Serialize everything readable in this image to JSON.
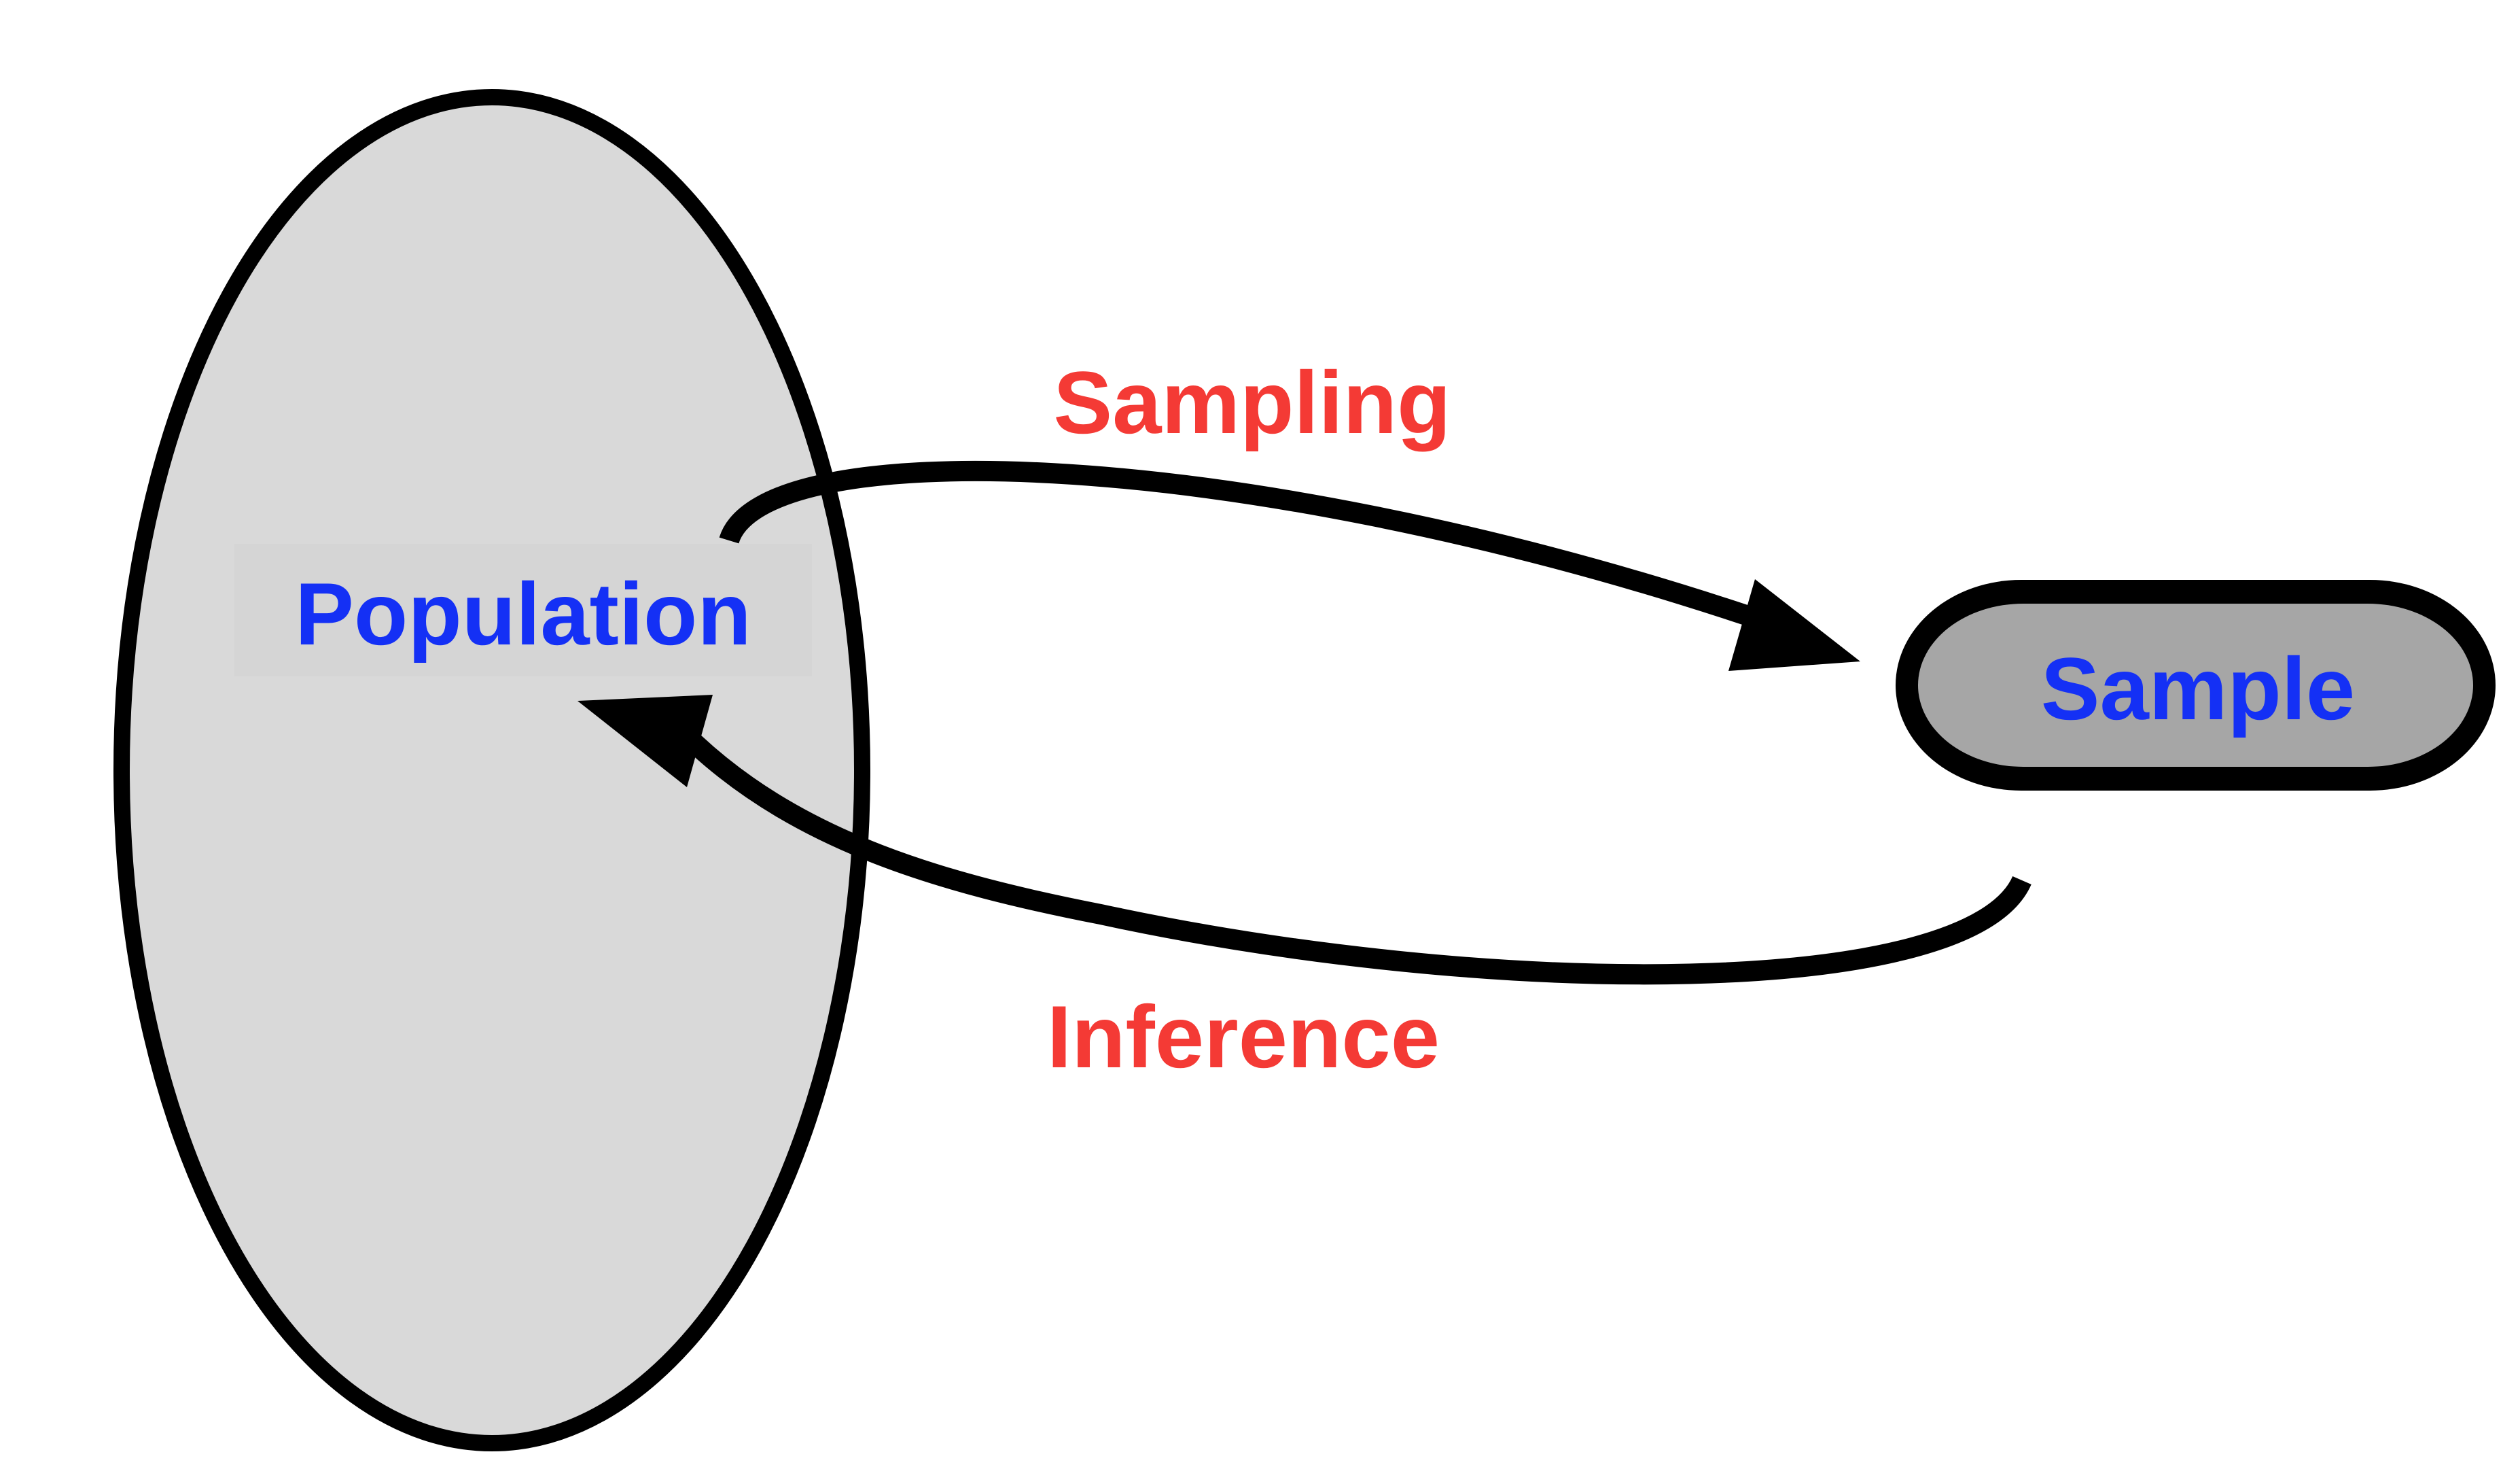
{
  "diagram": {
    "population": {
      "label": "Population"
    },
    "sample": {
      "label": "Sample"
    },
    "sampling_edge": {
      "label": "Sampling",
      "from": "Population",
      "to": "Sample"
    },
    "inference_edge": {
      "label": "Inference",
      "from": "Sample",
      "to": "Population"
    }
  },
  "colors": {
    "node_label": "#1430f5",
    "edge_label": "#f43a35",
    "population_fill": "#d9d9d9",
    "population_label_bg": "#d3d3d3",
    "sample_fill": "#a6a6a6",
    "stroke": "#000000"
  }
}
